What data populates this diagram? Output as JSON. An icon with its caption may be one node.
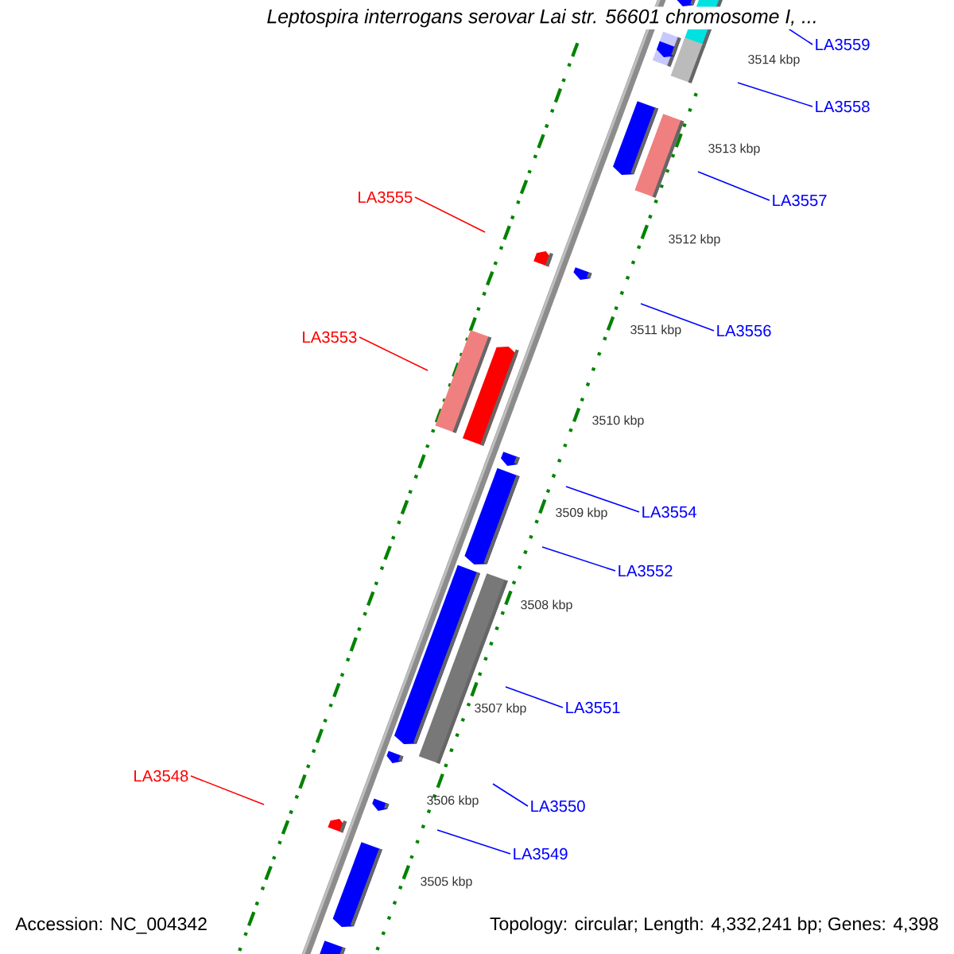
{
  "diagram": {
    "title": "Leptospira interrogans serovar Lai str. 56601 chromosome I, ...",
    "nodes": [
      {
        "text": [
          "LA3559"
        ]
      },
      {
        "text": [
          "LA3558"
        ]
      },
      {
        "text": [
          "LA3555"
        ]
      },
      {
        "text": [
          "LA3557"
        ]
      },
      {
        "text": [
          "LA3556"
        ]
      },
      {
        "text": [
          "LA3553"
        ]
      },
      {
        "text": [
          "LA3554"
        ]
      },
      {
        "text": [
          "LA3552"
        ]
      },
      {
        "text": [
          "LA3551"
        ]
      },
      {
        "text": [
          "LA3548"
        ]
      },
      {
        "text": [
          "LA3550"
        ]
      },
      {
        "text": [
          "LA3549"
        ]
      }
    ],
    "edges": [
      {
        "from": 0,
        "to": null,
        "arrow": "none"
      },
      {
        "from": 1,
        "to": null,
        "arrow": "none"
      },
      {
        "from": 2,
        "to": null,
        "arrow": "none",
        "color": "#ff0000"
      },
      {
        "from": 3,
        "to": null,
        "arrow": "none"
      },
      {
        "from": 4,
        "to": null,
        "arrow": "none"
      },
      {
        "from": 5,
        "to": null,
        "arrow": "none",
        "color": "#ff0000"
      },
      {
        "from": 6,
        "to": null,
        "arrow": "none"
      },
      {
        "from": 7,
        "to": null,
        "arrow": "none"
      },
      {
        "from": 8,
        "to": null,
        "arrow": "none"
      },
      {
        "from": 9,
        "to": null,
        "arrow": "none",
        "color": "#ff0000"
      },
      {
        "from": 10,
        "to": null,
        "arrow": "none"
      },
      {
        "from": 11,
        "to": null,
        "arrow": "none"
      }
    ],
    "labels": [
      "3514 kbp",
      "3513 kbp",
      "3512 kbp",
      "3511 kbp",
      "3510 kbp",
      "3509 kbp",
      "3508 kbp",
      "3507 kbp",
      "3506 kbp",
      "3505 kbp",
      "Accession: NC_004342",
      "Topology: circular; Length: 4,332,241 bp; Genes: 4,398"
    ]
  }
}
